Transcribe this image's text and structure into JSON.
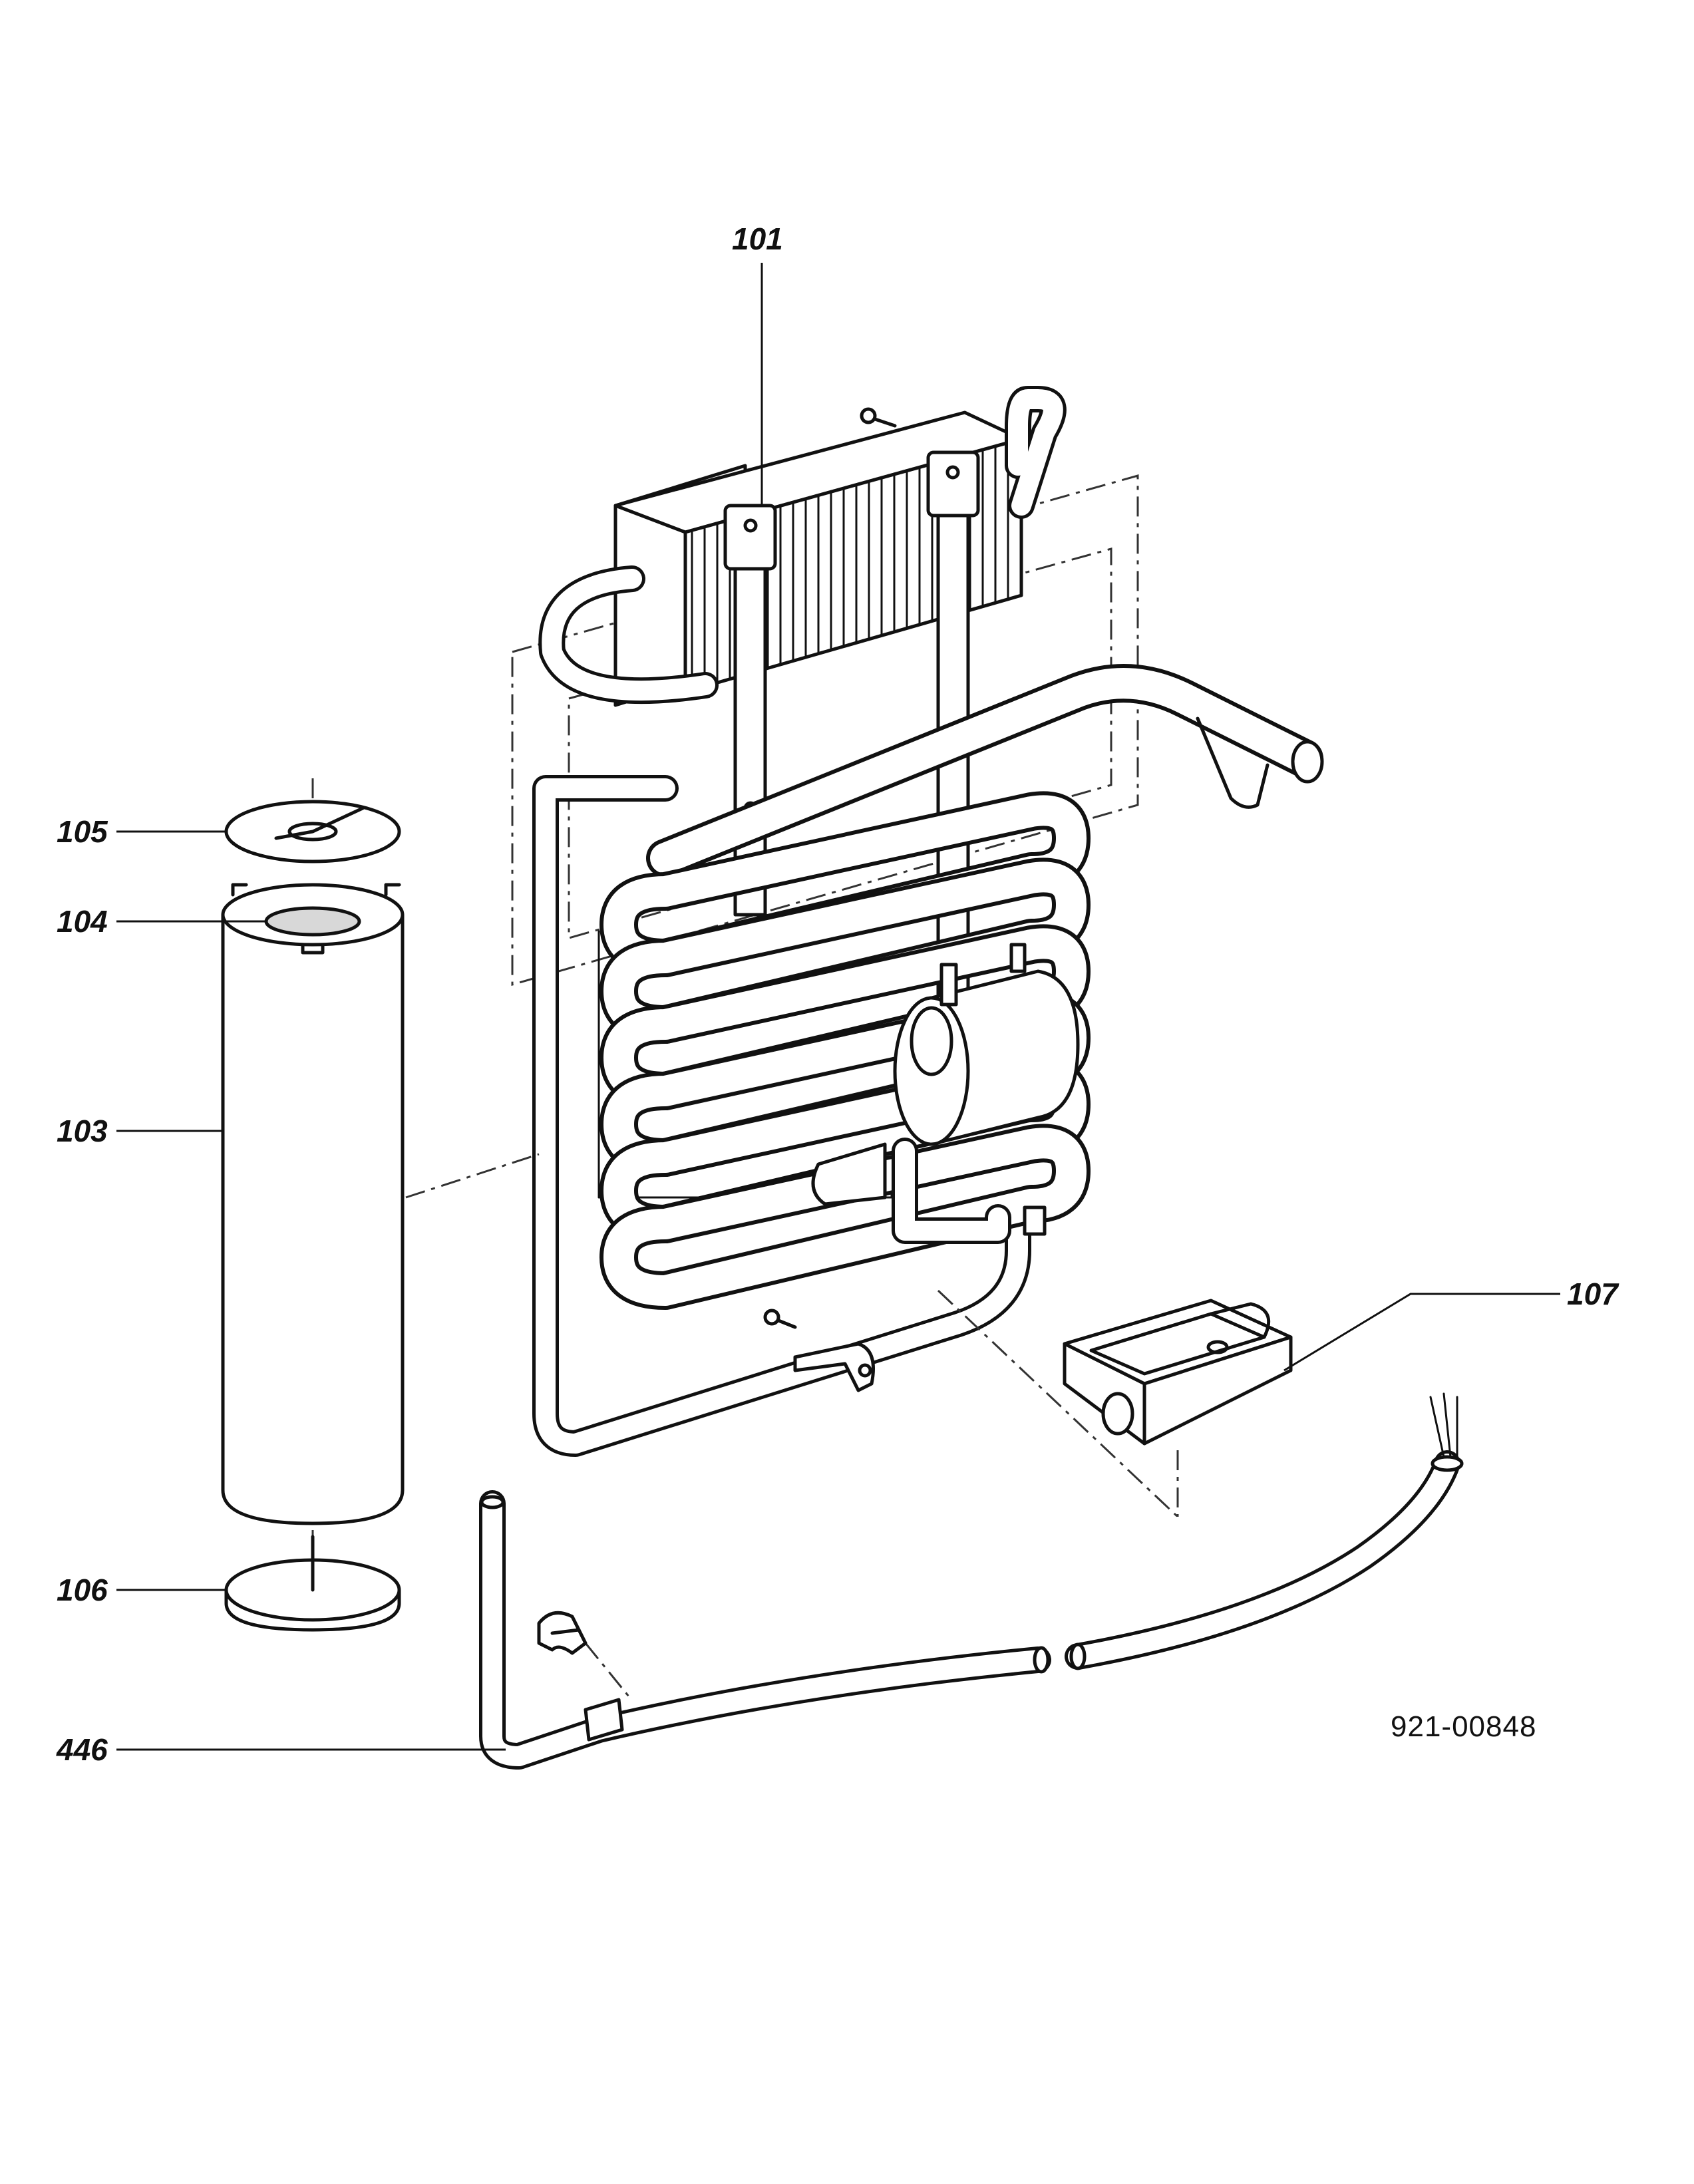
{
  "labels": {
    "p101": "101",
    "p103": "103",
    "p104": "104",
    "p105": "105",
    "p106": "106",
    "p107": "107",
    "p446": "446"
  },
  "drawing_number": "921-00848"
}
